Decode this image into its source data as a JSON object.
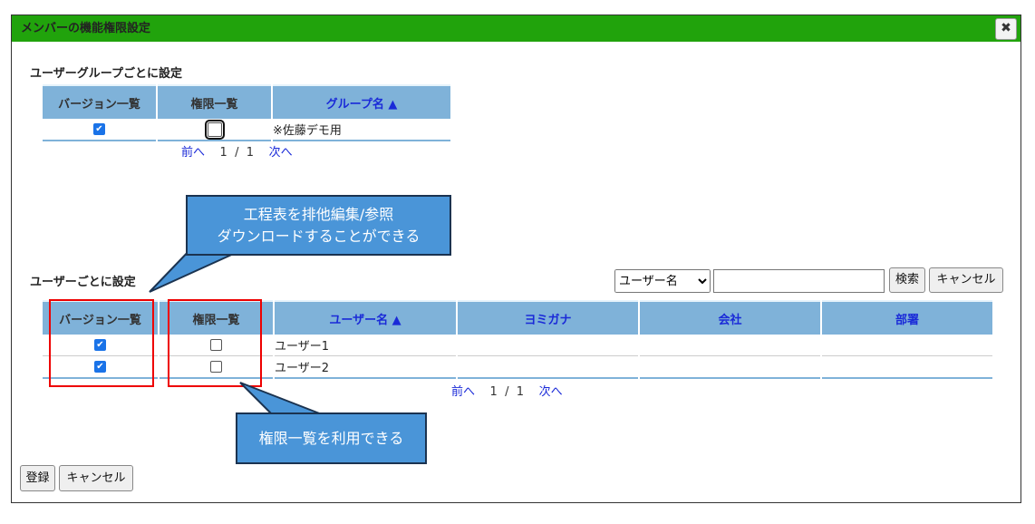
{
  "dialog": {
    "title": "メンバーの機能権限設定",
    "close_icon": "close-icon"
  },
  "group_section": {
    "label": "ユーザーグループごとに設定",
    "headers": [
      "バージョン一覧",
      "権限一覧",
      "グループ名 ▲"
    ],
    "rows": [
      {
        "version": true,
        "permission": false,
        "name": "※佐藤デモ用"
      }
    ],
    "pagination": {
      "prev": "前へ",
      "page": "1",
      "sep": "/",
      "total": "1",
      "next": "次へ"
    }
  },
  "user_section": {
    "label": "ユーザーごとに設定",
    "search": {
      "field_select": "ユーザー名",
      "value": "",
      "search_button": "検索",
      "cancel_button": "キャンセル"
    },
    "headers": [
      "バージョン一覧",
      "権限一覧",
      "ユーザー名 ▲",
      "ヨミガナ",
      "会社",
      "部署"
    ],
    "rows": [
      {
        "version": true,
        "permission": false,
        "name": "ユーザー1"
      },
      {
        "version": true,
        "permission": false,
        "name": "ユーザー2"
      }
    ],
    "pagination": {
      "prev": "前へ",
      "page": "1",
      "sep": "/",
      "total": "1",
      "next": "次へ"
    }
  },
  "callouts": {
    "version": "工程表を排他編集/参照\nダウンロードすることができる",
    "version_line1": "工程表を排他編集/参照",
    "version_line2": "ダウンロードすることができる",
    "permission": "権限一覧を利用できる"
  },
  "footer": {
    "register": "登録",
    "cancel": "キャンセル"
  }
}
